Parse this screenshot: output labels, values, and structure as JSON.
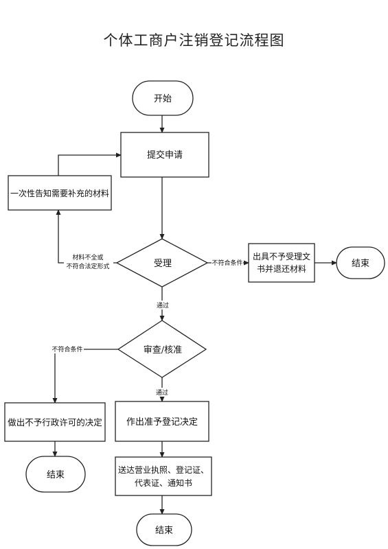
{
  "title": "个体工商户注销登记流程图",
  "nodes": {
    "start": "开始",
    "submit": "提交申请",
    "notify_line": "一次性告知需要补充的材料",
    "accept": "受理",
    "reject_line1": "出具不予受理文",
    "reject_line2": "书并退还材料",
    "end_reject": "结束",
    "review": "审查/核准",
    "deny": "做出不予行政许可的决定",
    "end_deny": "结束",
    "approve": "作出准予登记决定",
    "deliver_line1": "送达营业执照、登记证、",
    "deliver_line2": "代表证、通知书",
    "end_final": "结束"
  },
  "edges": {
    "incomplete_line1": "材料不全或",
    "incomplete_line2": "不符合法定形式",
    "accept_fail": "不符合条件",
    "accept_pass": "通过",
    "review_fail": "不符合条件",
    "review_pass": "通过"
  }
}
